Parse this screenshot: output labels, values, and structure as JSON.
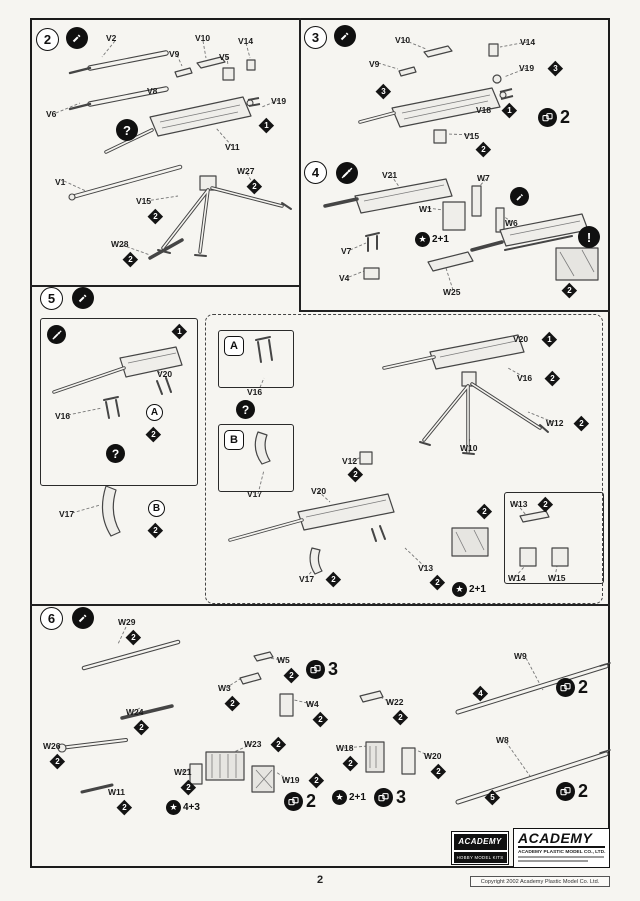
{
  "page": {
    "number": "2",
    "copyright": "Copyright 2002 Academy Plastic Model Co. Ltd."
  },
  "steps": {
    "s2": "2",
    "s3": "3",
    "s4": "4",
    "s5": "5",
    "s6": "6"
  },
  "parts": {
    "V1": "V1",
    "V2": "V2",
    "V4": "V4",
    "V5": "V5",
    "V6": "V6",
    "V7": "V7",
    "V8": "V8",
    "V9": "V9",
    "V10": "V10",
    "V11": "V11",
    "V12": "V12",
    "V13": "V13",
    "V14": "V14",
    "V15": "V15",
    "V16": "V16",
    "V17": "V17",
    "V18": "V18",
    "V19": "V19",
    "V20": "V20",
    "V21": "V21",
    "W1": "W1",
    "W3": "W3",
    "W4": "W4",
    "W5": "W5",
    "W6": "W6",
    "W7": "W7",
    "W8": "W8",
    "W9": "W9",
    "W10": "W10",
    "W11": "W11",
    "W12": "W12",
    "W13": "W13",
    "W14": "W14",
    "W15": "W15",
    "W18": "W18",
    "W19": "W19",
    "W20": "W20",
    "W21": "W21",
    "W22": "W22",
    "W23": "W23",
    "W24": "W24",
    "W25": "W25",
    "W26": "W26",
    "W27": "W27",
    "W28": "W28",
    "W29": "W29"
  },
  "diamonds": {
    "d1": "1",
    "d2": "2",
    "d3": "3",
    "d4": "4",
    "d5": "5"
  },
  "markers": {
    "a": "A",
    "b": "B"
  },
  "icons": {
    "question": "?",
    "exclamation": "!",
    "star": "★"
  },
  "badges": {
    "qty2": "2",
    "qty3": "3",
    "star21": "2+1",
    "star43": "4+3"
  },
  "logos": {
    "small_title": "ACADEMY",
    "small_sub": "HOBBY MODEL KITS",
    "main_title": "ACADEMY",
    "company": "ACADEMY PLASTIC MODEL CO., LTD."
  }
}
